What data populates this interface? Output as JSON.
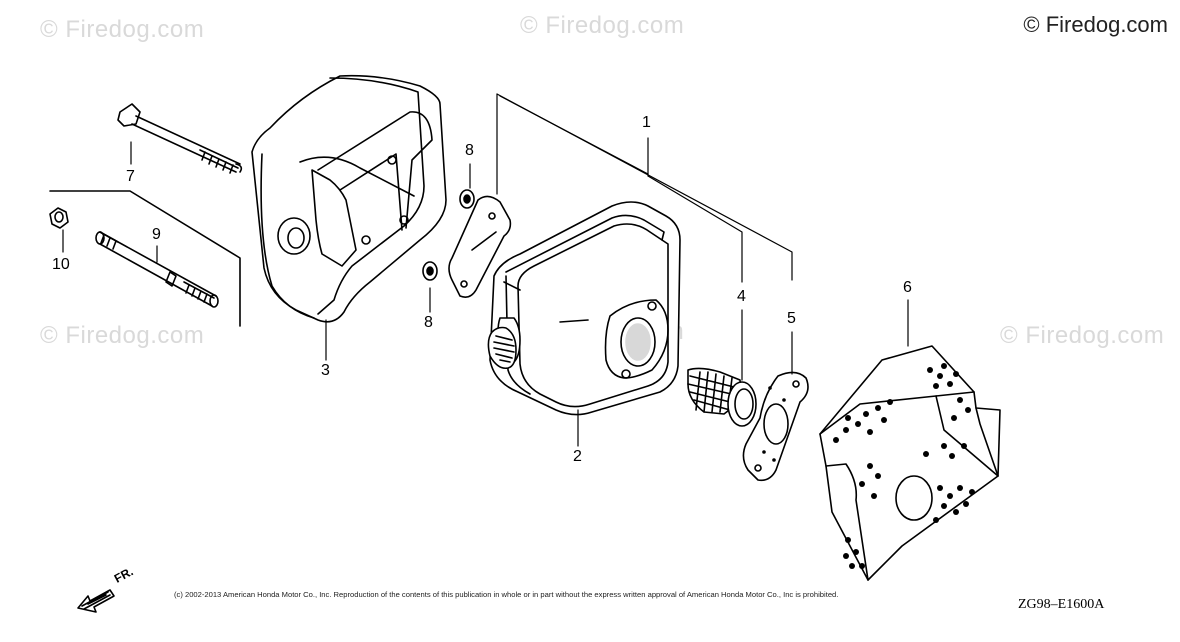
{
  "watermarks": {
    "text": "© Firedog.com",
    "brand": "© Firedog.com"
  },
  "callouts": {
    "c1": "1",
    "c2": "2",
    "c3": "3",
    "c4": "4",
    "c5": "5",
    "c6": "6",
    "c7": "7",
    "c8a": "8",
    "c8b": "8",
    "c9": "9",
    "c10": "10"
  },
  "direction_label": "FR.",
  "footer": {
    "copyright": "(c) 2002-2013 American Honda Motor Co., Inc. Reproduction of the contents of this publication in whole or in part without the express written approval of American Honda Motor Co., Inc is prohibited.",
    "drawing_number": "ZG98–E1600A"
  }
}
